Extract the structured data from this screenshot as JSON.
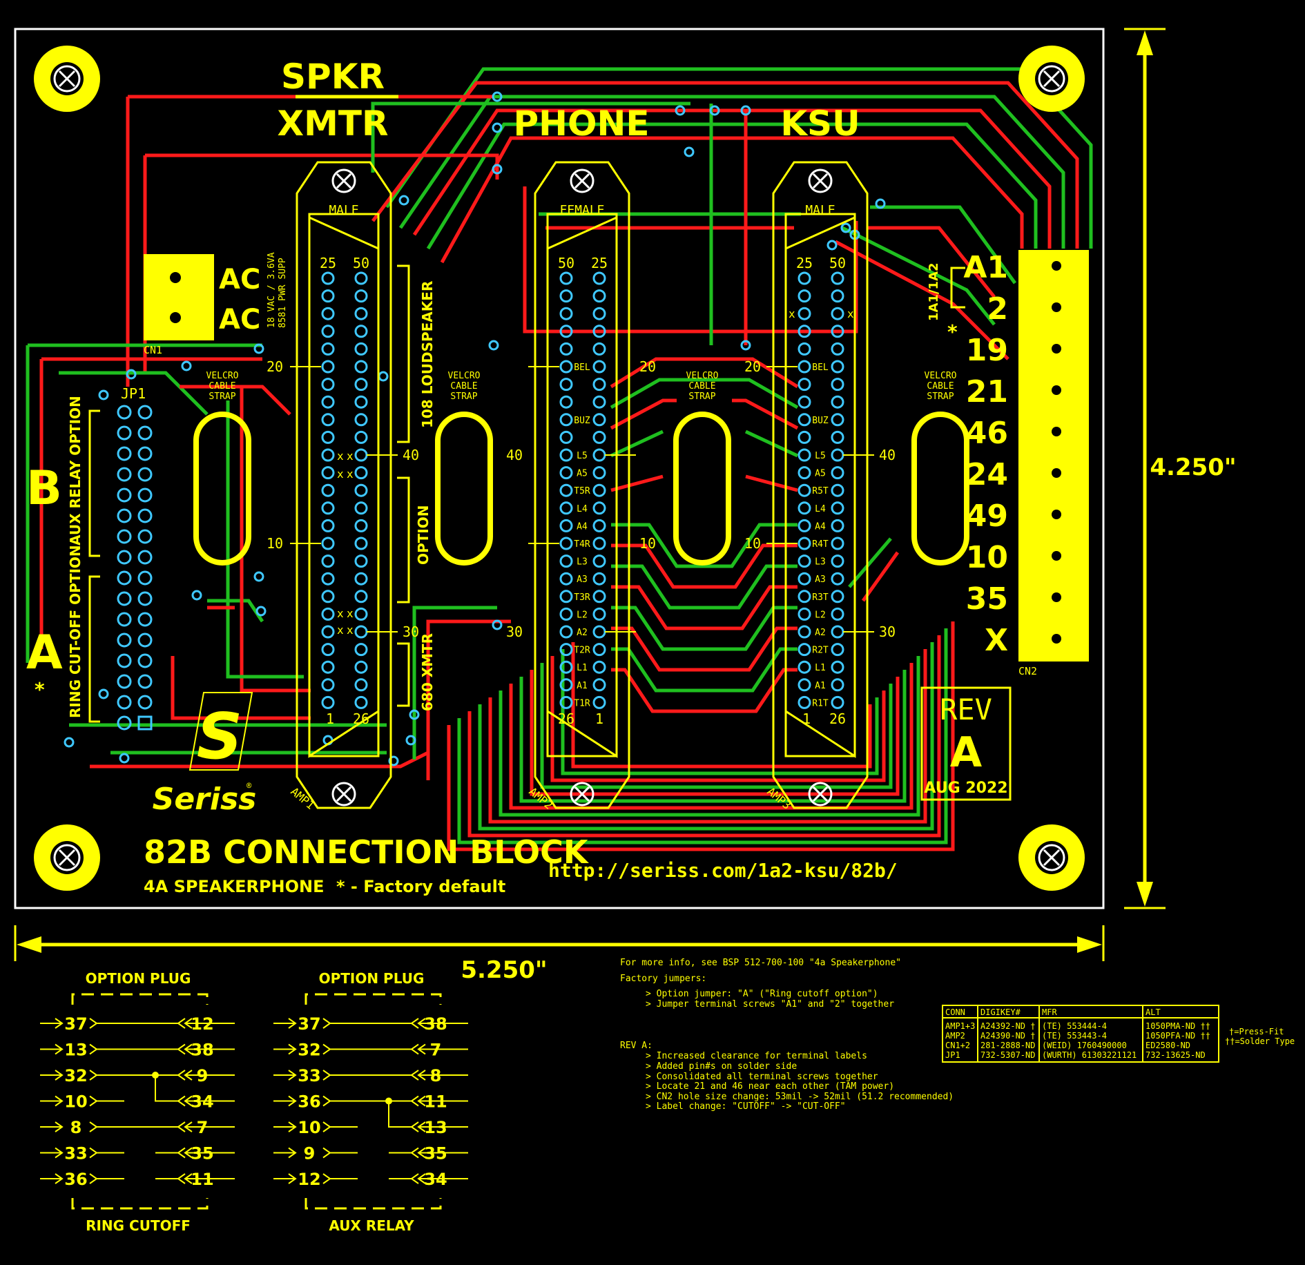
{
  "board": {
    "title": "82B CONNECTION BLOCK",
    "subtitle": "4A SPEAKERPHONE",
    "default_note": "* - Factory default",
    "url": "http://seriss.com/1a2-ksu/82b/",
    "logo_letter": "S",
    "logo_text": "Seriss",
    "rev_label": "REV",
    "rev_letter": "A",
    "rev_date": "AUG 2022",
    "dim_height": "4.250\"",
    "dim_width": "5.250\""
  },
  "headings": {
    "spkr": "SPKR",
    "xmtr": "XMTR",
    "phone": "PHONE",
    "ksu": "KSU"
  },
  "connectors": {
    "amp1": {
      "ref": "AMP1",
      "gender": "MALE",
      "pins": [
        "25",
        "50",
        "1",
        "26"
      ],
      "marks": [
        "20",
        "40",
        "10",
        "30"
      ]
    },
    "amp2": {
      "ref": "AMP2",
      "gender": "FEMALE",
      "pins": [
        "50",
        "25",
        "26",
        "1"
      ],
      "marks": [
        "20",
        "40",
        "10",
        "30"
      ]
    },
    "amp3": {
      "ref": "AMP3",
      "gender": "MALE",
      "pins": [
        "25",
        "50",
        "1",
        "26"
      ],
      "marks": [
        "20",
        "40",
        "10",
        "30"
      ]
    },
    "amp2_labels": [
      "BEL",
      "BUZ",
      "L5",
      "A5",
      "T5R",
      "L4",
      "A4",
      "T4R",
      "L3",
      "A3",
      "T3R",
      "L2",
      "A2",
      "T2R",
      "L1",
      "A1",
      "T1R"
    ],
    "amp3_labels": [
      "BEL",
      "BUZ",
      "L5",
      "A5",
      "R5T",
      "L4",
      "A4",
      "R4T",
      "L3",
      "A3",
      "R3T",
      "L2",
      "A2",
      "R2T",
      "L1",
      "A1",
      "R1T"
    ]
  },
  "labels": {
    "velcro": [
      "VELCRO",
      "CABLE",
      "STRAP"
    ],
    "cn1": "CN1",
    "cn2": "CN2",
    "jp1": "JP1",
    "ac": "AC",
    "ac_note_1": "18 VAC / 3.6VA",
    "ac_note_2": "8581 PWR SUPP",
    "loudspeaker": "108 LOUDSPEAKER",
    "option": "OPTION",
    "xmtr680": "680 XMTR",
    "aux_relay_option": "AUX RELAY OPTION",
    "ring_cutoff_option": "RING CUT-OFF OPTION",
    "jp_b": "B",
    "jp_a": "A",
    "a1a2": "1A1/1A2",
    "x_mark": "x"
  },
  "cn2_terminals": [
    "A1",
    "2",
    "19",
    "21",
    "46",
    "24",
    "49",
    "10",
    "35",
    "X"
  ],
  "option_plugs": [
    {
      "title": "OPTION PLUG",
      "caption": "RING CUTOFF",
      "left": [
        "37",
        "13",
        "32",
        "10",
        "8",
        "33",
        "36"
      ],
      "right": [
        "12",
        "38",
        "9",
        "34",
        "7",
        "35",
        "11"
      ]
    },
    {
      "title": "OPTION PLUG",
      "caption": "AUX RELAY",
      "left": [
        "37",
        "32",
        "33",
        "36",
        "10",
        "9",
        "12"
      ],
      "right": [
        "38",
        "7",
        "8",
        "11",
        "13",
        "35",
        "34"
      ]
    }
  ],
  "notes": {
    "more_info": "For more info, see BSP 512-700-100 \"4a Speakerphone\"",
    "factory_jumpers": "Factory jumpers:",
    "jumper_1": "> Option jumper: \"A\" (\"Ring cutoff option\")",
    "jumper_2": "> Jumper terminal screws \"A1\" and \"2\" together",
    "rev_a": "REV A:",
    "rev_items": [
      "> Increased clearance for terminal labels",
      "> Added pin#s on solder side",
      "> Consolidated all terminal screws together",
      "> Locate 21 and 46 near each other (TAM power)",
      "> CN2 hole size change: 53mil -> 52mil (51.2 recommended)",
      "> Label change: \"CUTOFF\" -> \"CUT-OFF\""
    ]
  },
  "bom": {
    "headers": [
      "CONN",
      "DIGIKEY#",
      "MFR",
      "ALT"
    ],
    "rows": [
      [
        "AMP1+3",
        "A24392-ND †",
        "(TE) 553444-4",
        "1050PMA-ND ††"
      ],
      [
        "AMP2",
        "A24390-ND †",
        "(TE) 553443-4",
        "1050PFA-ND ††"
      ],
      [
        "CN1+2",
        "281-2888-ND",
        "(WEID) 1760490000",
        "ED2580-ND"
      ],
      [
        "JP1",
        "732-5307-ND",
        "(WURTH) 61303221121",
        "732-13625-ND"
      ]
    ],
    "legend_1": "†=Press-Fit",
    "legend_2": "††=Solder Type"
  },
  "colors": {
    "silkscreen": "#ffff00",
    "trace_top": "#ff1a1a",
    "trace_bottom": "#1fbf1f",
    "pad": "#3fc8ff",
    "board": "#000000",
    "outline": "#ffffff"
  }
}
